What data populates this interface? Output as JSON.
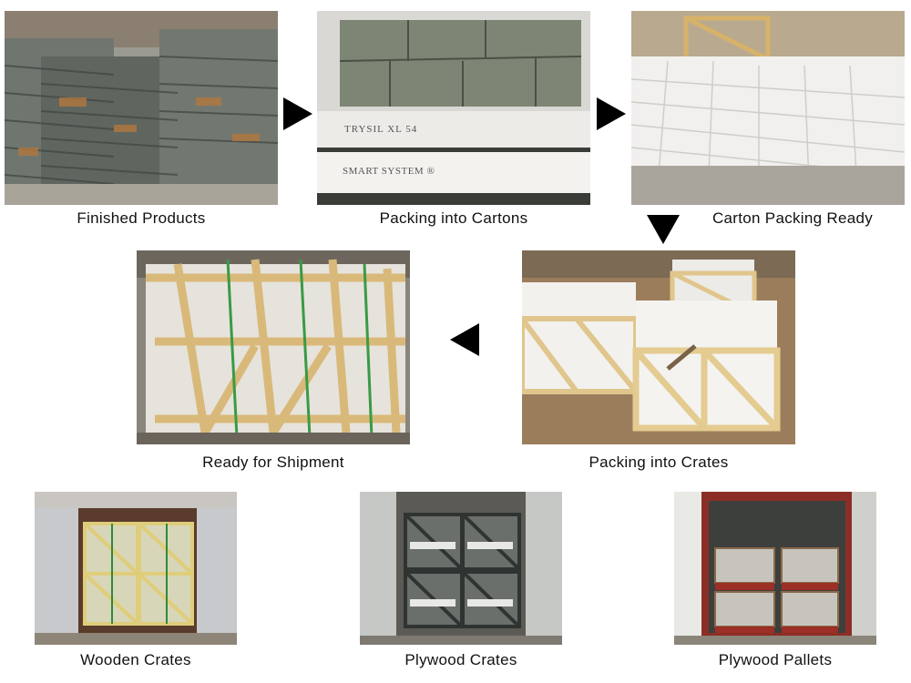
{
  "steps": {
    "finished_products": "Finished Products",
    "packing_cartons": "Packing into Cartons",
    "carton_ready": "Carton Packing Ready",
    "packing_crates": "Packing into Crates",
    "ready_shipment": "Ready for Shipment"
  },
  "carton_labels": {
    "label_1": "TRYSIL XL 54",
    "label_2": "SMART SYSTEM ®"
  },
  "container_types": {
    "wooden_crates": "Wooden Crates",
    "plywood_crates": "Plywood Crates",
    "plywood_pallets": "Plywood Pallets"
  }
}
